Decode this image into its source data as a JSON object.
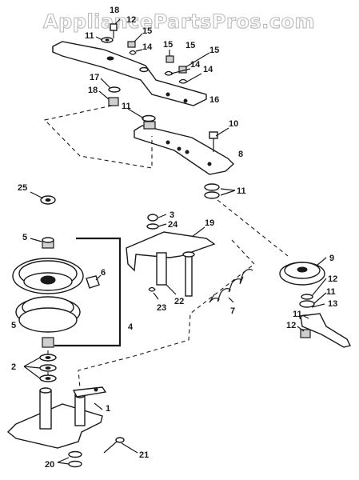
{
  "watermark": "AppliancePartsPros.com",
  "callouts": [
    {
      "id": "c1",
      "text": "18"
    },
    {
      "id": "c2",
      "text": "12"
    },
    {
      "id": "c3",
      "text": "15"
    },
    {
      "id": "c4",
      "text": "11"
    },
    {
      "id": "c5",
      "text": "15"
    },
    {
      "id": "c6",
      "text": "14"
    },
    {
      "id": "c7",
      "text": "15"
    },
    {
      "id": "c8",
      "text": "15"
    },
    {
      "id": "c9",
      "text": "14"
    },
    {
      "id": "c10",
      "text": "14"
    },
    {
      "id": "c11",
      "text": "17"
    },
    {
      "id": "c12",
      "text": "18"
    },
    {
      "id": "c13",
      "text": "16"
    },
    {
      "id": "c14",
      "text": "11"
    },
    {
      "id": "c15",
      "text": "10"
    },
    {
      "id": "c16",
      "text": "8"
    },
    {
      "id": "c17",
      "text": "11"
    },
    {
      "id": "c18",
      "text": "25"
    },
    {
      "id": "c19",
      "text": "3"
    },
    {
      "id": "c20",
      "text": "24"
    },
    {
      "id": "c21",
      "text": "19"
    },
    {
      "id": "c22",
      "text": "5"
    },
    {
      "id": "c23",
      "text": "6"
    },
    {
      "id": "c24",
      "text": "9"
    },
    {
      "id": "c25",
      "text": "12"
    },
    {
      "id": "c26",
      "text": "11"
    },
    {
      "id": "c27",
      "text": "13"
    },
    {
      "id": "c28",
      "text": "23"
    },
    {
      "id": "c29",
      "text": "22"
    },
    {
      "id": "c30",
      "text": "7"
    },
    {
      "id": "c31",
      "text": "4"
    },
    {
      "id": "c32",
      "text": "5"
    },
    {
      "id": "c33",
      "text": "11"
    },
    {
      "id": "c34",
      "text": "12"
    },
    {
      "id": "c35",
      "text": "2"
    },
    {
      "id": "c36",
      "text": "1"
    },
    {
      "id": "c37",
      "text": "21"
    },
    {
      "id": "c38",
      "text": "20"
    }
  ]
}
